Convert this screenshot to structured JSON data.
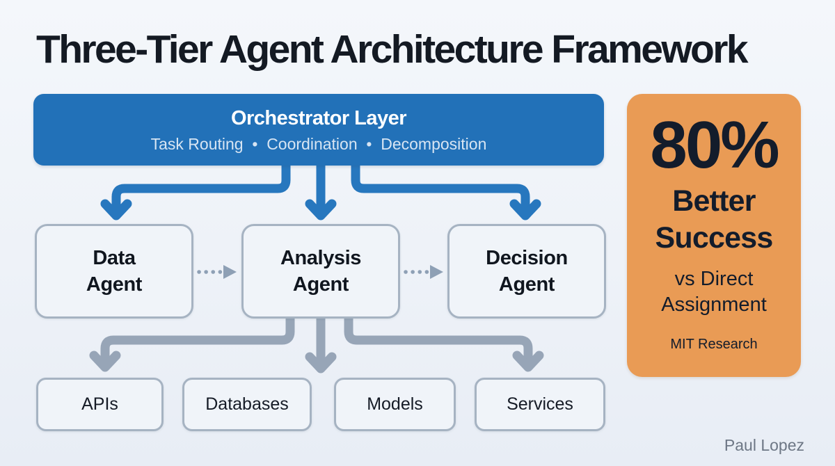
{
  "title": "Three-Tier Agent Architecture Framework",
  "orchestrator": {
    "title": "Orchestrator Layer",
    "subtitle": "Task Routing  •  Coordination  •  Decomposition"
  },
  "agents": [
    {
      "line1": "Data",
      "line2": "Agent"
    },
    {
      "line1": "Analysis",
      "line2": "Agent"
    },
    {
      "line1": "Decision",
      "line2": "Agent"
    }
  ],
  "resources": [
    {
      "label": "APIs"
    },
    {
      "label": "Databases"
    },
    {
      "label": "Models"
    },
    {
      "label": "Services"
    }
  ],
  "stat_panel": {
    "value": "80%",
    "headline_line1": "Better",
    "headline_line2": "Success",
    "comparison_line1": "vs Direct",
    "comparison_line2": "Assignment",
    "source": "MIT Research"
  },
  "footer": {
    "author": "Paul Lopez"
  },
  "colors": {
    "background": "#eef2f8",
    "orchestrator_blue": "#2271b8",
    "arrow_blue": "#2777be",
    "arrow_gray": "#97a5b7",
    "dotted_connector_gray": "#8ea0b5",
    "box_border": "#a6b3c2",
    "box_fill": "#f0f4f9",
    "stat_orange": "#e99b55",
    "dark_text": "#131c2b",
    "title_text": "#141a23",
    "subtitle_text": "#d7e5f3",
    "footer_text": "#6d7785"
  }
}
